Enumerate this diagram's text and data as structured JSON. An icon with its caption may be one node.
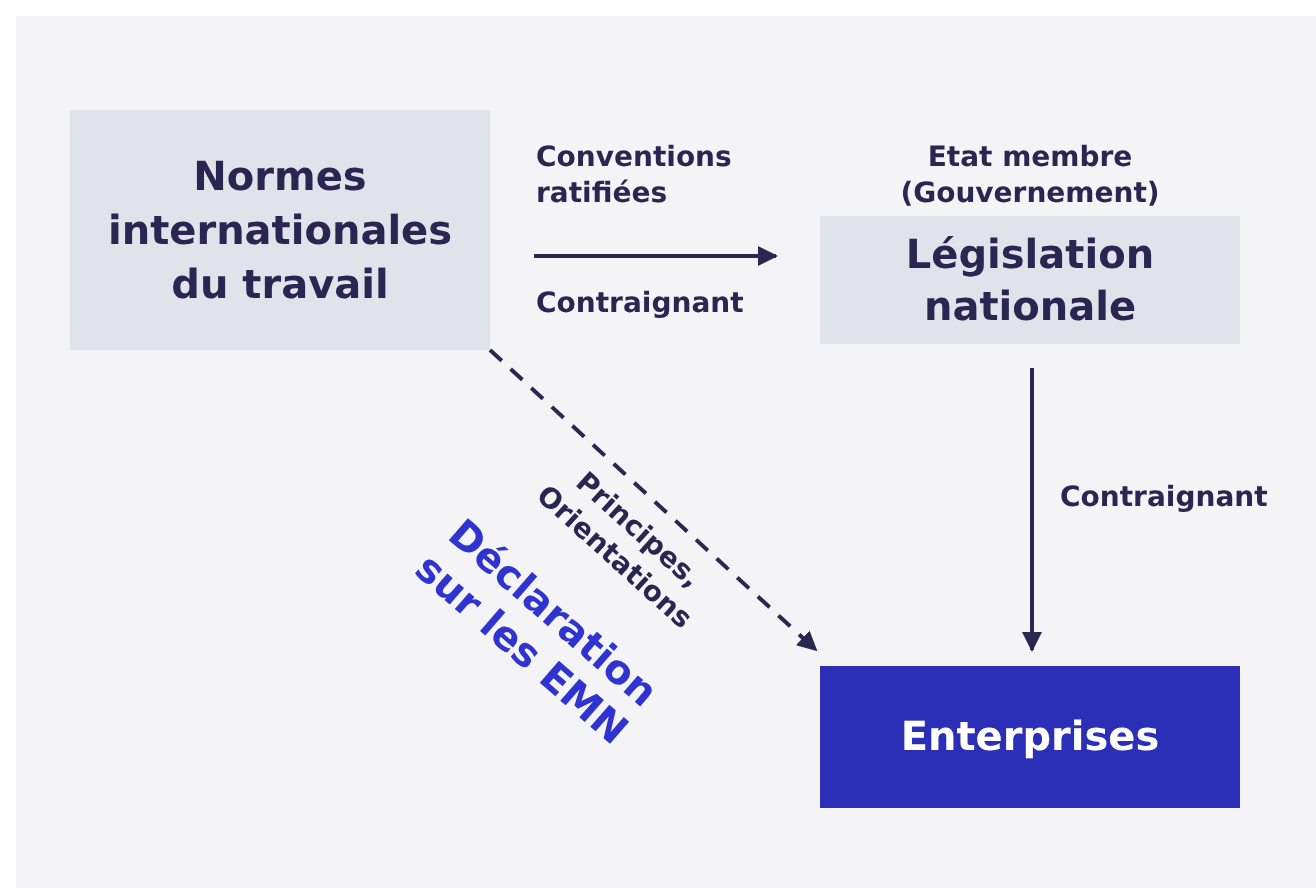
{
  "diagram": {
    "nodes": [
      {
        "text": [
          "Normes internationales du travail"
        ]
      },
      {
        "text": [
          "Etat membre (Gouvernement)",
          "Législation nationale"
        ]
      },
      {
        "text": [
          "Enterprises"
        ]
      }
    ],
    "edges": [
      {
        "from": 0,
        "to": 1,
        "arrow": "to",
        "label": "Conventions ratifiées"
      },
      {
        "from": 1,
        "to": 2,
        "arrow": "to",
        "label": "Contraignant"
      },
      {
        "from": 0,
        "to": 2,
        "arrow": "to",
        "style": "dashed",
        "label": "Principes, Orientations"
      }
    ],
    "labels": [
      "Contraignant",
      "Déclaration sur les EMN"
    ]
  }
}
